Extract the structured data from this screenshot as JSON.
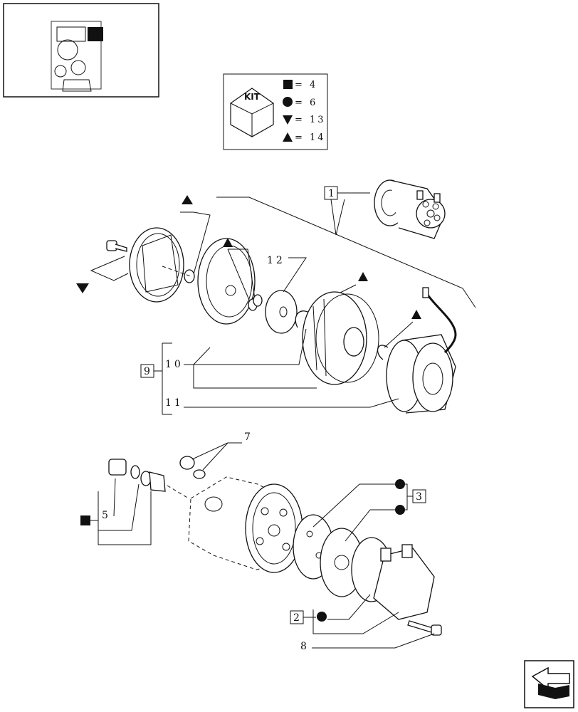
{
  "kit_legend": {
    "title": "KIT",
    "entries": [
      {
        "symbol": "square",
        "icon": "square-icon",
        "value": "= 4"
      },
      {
        "symbol": "circle",
        "icon": "circle-icon",
        "value": "= 6"
      },
      {
        "symbol": "triangle-down",
        "icon": "triangle-down-icon",
        "value": "= 13"
      },
      {
        "symbol": "triangle-up",
        "icon": "triangle-up-icon",
        "value": "= 14"
      }
    ]
  },
  "callouts": {
    "c1": "1",
    "c2": "2",
    "c3": "3",
    "c5": "5",
    "c7": "7",
    "c8": "8",
    "c9": "9",
    "c10": "10",
    "c11": "11",
    "c12": "12"
  },
  "nav": {
    "icon": "arrow-back-icon"
  }
}
